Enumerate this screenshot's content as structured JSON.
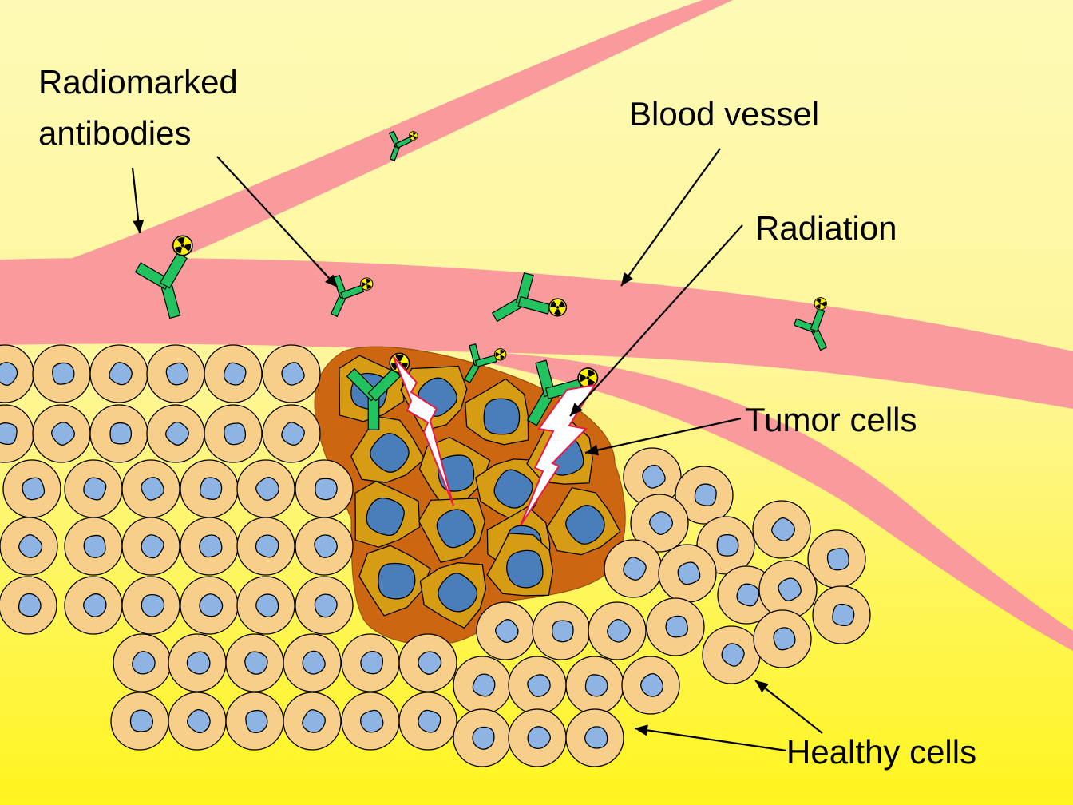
{
  "labels": {
    "antibodies_line1": "Radiomarked",
    "antibodies_line2": "antibodies",
    "blood_vessel": "Blood vessel",
    "radiation": "Radiation",
    "tumor_cells": "Tumor cells",
    "healthy_cells": "Healthy cells"
  },
  "colors": {
    "background_top": "#FDFAB6",
    "background_bottom": "#FFF51E",
    "vessel": "#F99A9C",
    "healthy_cell_fill": "#F8CF8A",
    "nucleus_light": "#8DB4E3",
    "tumor_matrix": "#CC6610",
    "tumor_cell_fill": "#D69C14",
    "nucleus_dark": "#4A7EBB",
    "antibody": "#22C35E",
    "radiation_fill": "#FFFFFF",
    "radiation_outline": "#E8184A"
  },
  "icons": {
    "antibody": "y-shaped-antibody-icon",
    "radioactive_marker": "radiation-trefoil-icon",
    "radiation": "lightning-bolt-icon"
  }
}
